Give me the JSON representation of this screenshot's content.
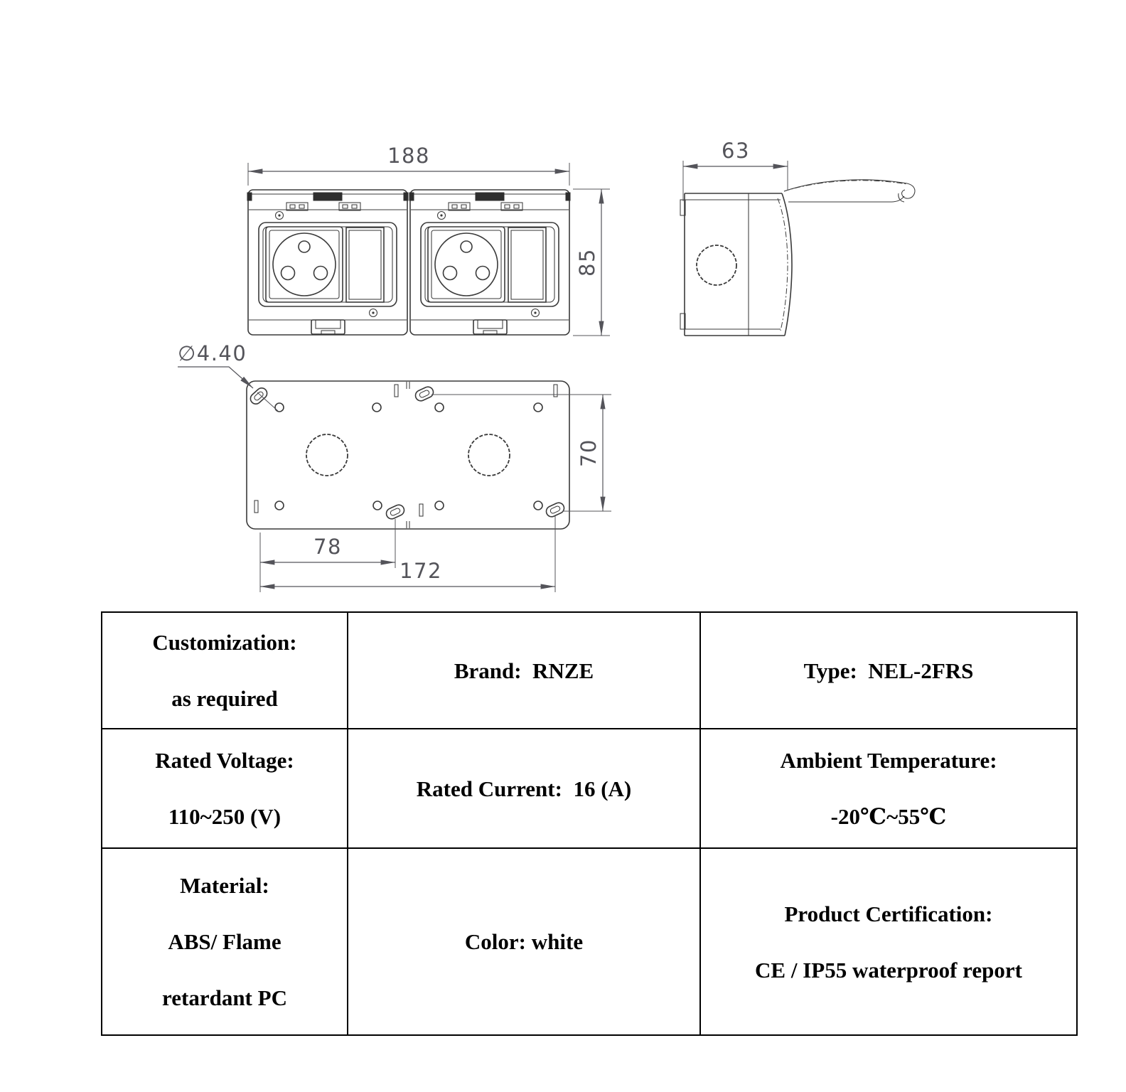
{
  "page": {
    "background": "#ffffff"
  },
  "colors": {
    "drawing_line": "#3a3a3a",
    "dimension_text": "#54545a",
    "table_border": "#000000",
    "table_text": "#000000"
  },
  "drawing": {
    "dimensions": {
      "front_width": "188",
      "front_height": "85",
      "side_depth": "63",
      "mount_hole_diameter": "∅4.40",
      "back_vertical_pitch": "70",
      "back_pitch_left": "78",
      "back_pitch_total": "172"
    }
  },
  "spec_table": {
    "rows": [
      {
        "cells": [
          {
            "name": "customization",
            "lines": [
              "Customization:",
              "as required"
            ]
          },
          {
            "name": "brand",
            "lines": [
              "Brand:  RNZE"
            ]
          },
          {
            "name": "type",
            "lines": [
              "Type:  NEL-2FRS"
            ]
          }
        ]
      },
      {
        "cells": [
          {
            "name": "rated-voltage",
            "lines": [
              "Rated Voltage:",
              "110~250 (V)"
            ]
          },
          {
            "name": "rated-current",
            "lines": [
              "Rated Current:  16 (A)"
            ]
          },
          {
            "name": "ambient-temperature",
            "lines": [
              "Ambient Temperature:",
              "-20℃~55℃"
            ]
          }
        ]
      },
      {
        "cells": [
          {
            "name": "material",
            "lines": [
              "Material:",
              "ABS/ Flame",
              "retardant PC"
            ]
          },
          {
            "name": "color",
            "lines": [
              "Color: white"
            ]
          },
          {
            "name": "product-certification",
            "lines": [
              "Product Certification:",
              "CE / IP55 waterproof report"
            ]
          }
        ]
      }
    ]
  }
}
